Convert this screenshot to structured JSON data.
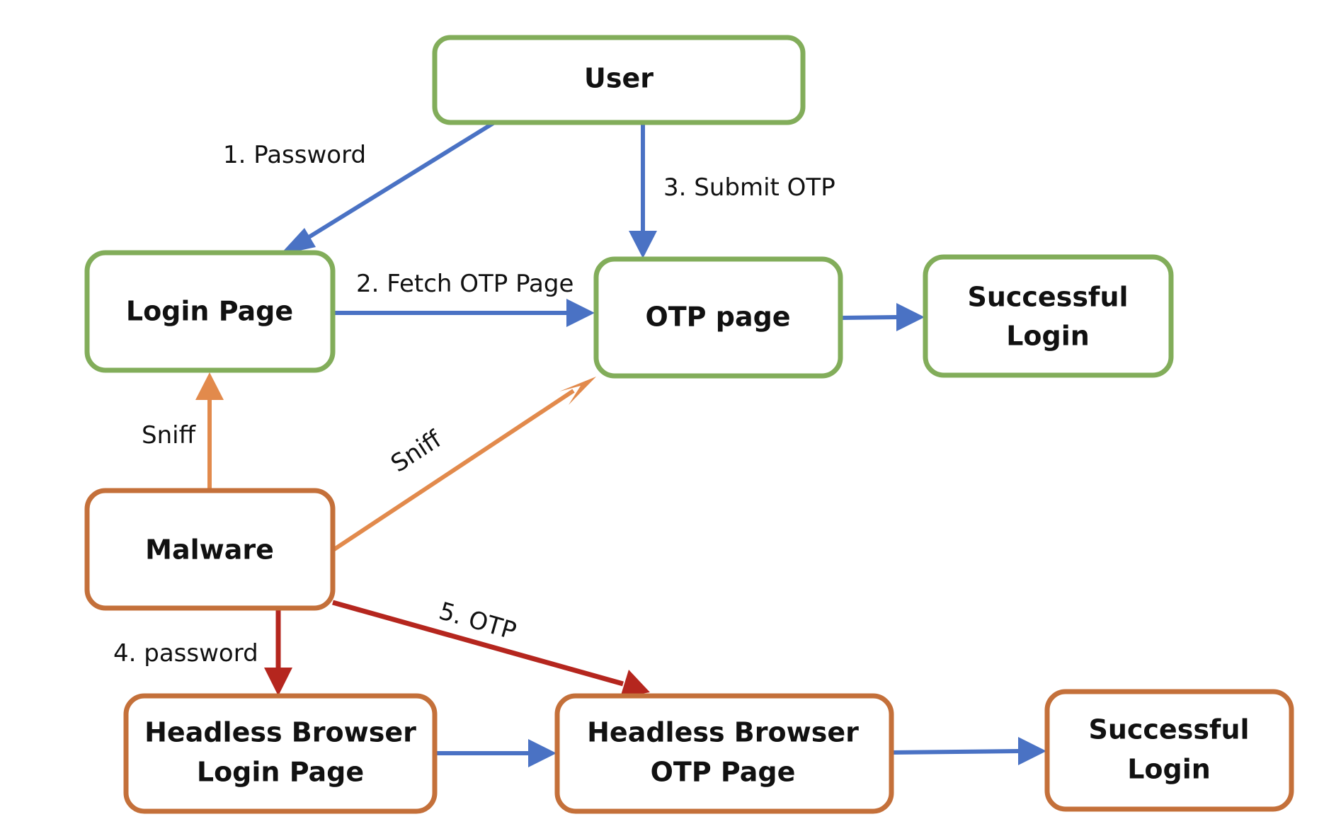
{
  "colors": {
    "green_border": "#82AD5A",
    "orange_border": "#C4703A",
    "blue_arrow": "#4A72C4",
    "orange_arrow": "#E28A4C",
    "red_arrow": "#B5261E"
  },
  "nodes": {
    "user": "User",
    "login_page": "Login Page",
    "otp_page": "OTP page",
    "successful_login_top": [
      "Successful",
      "Login"
    ],
    "malware": "Malware",
    "headless_login": [
      "Headless Browser",
      "Login Page"
    ],
    "headless_otp": [
      "Headless Browser",
      "OTP Page"
    ],
    "successful_login_bottom": [
      "Successful",
      "Login"
    ]
  },
  "edges": {
    "password": "1. Password",
    "fetch_otp": "2. Fetch OTP Page",
    "submit_otp": "3. Submit OTP",
    "sniff_login": "Sniff",
    "sniff_otp": "Sniff",
    "malware_password": "4. password",
    "malware_otp": "5. OTP"
  }
}
